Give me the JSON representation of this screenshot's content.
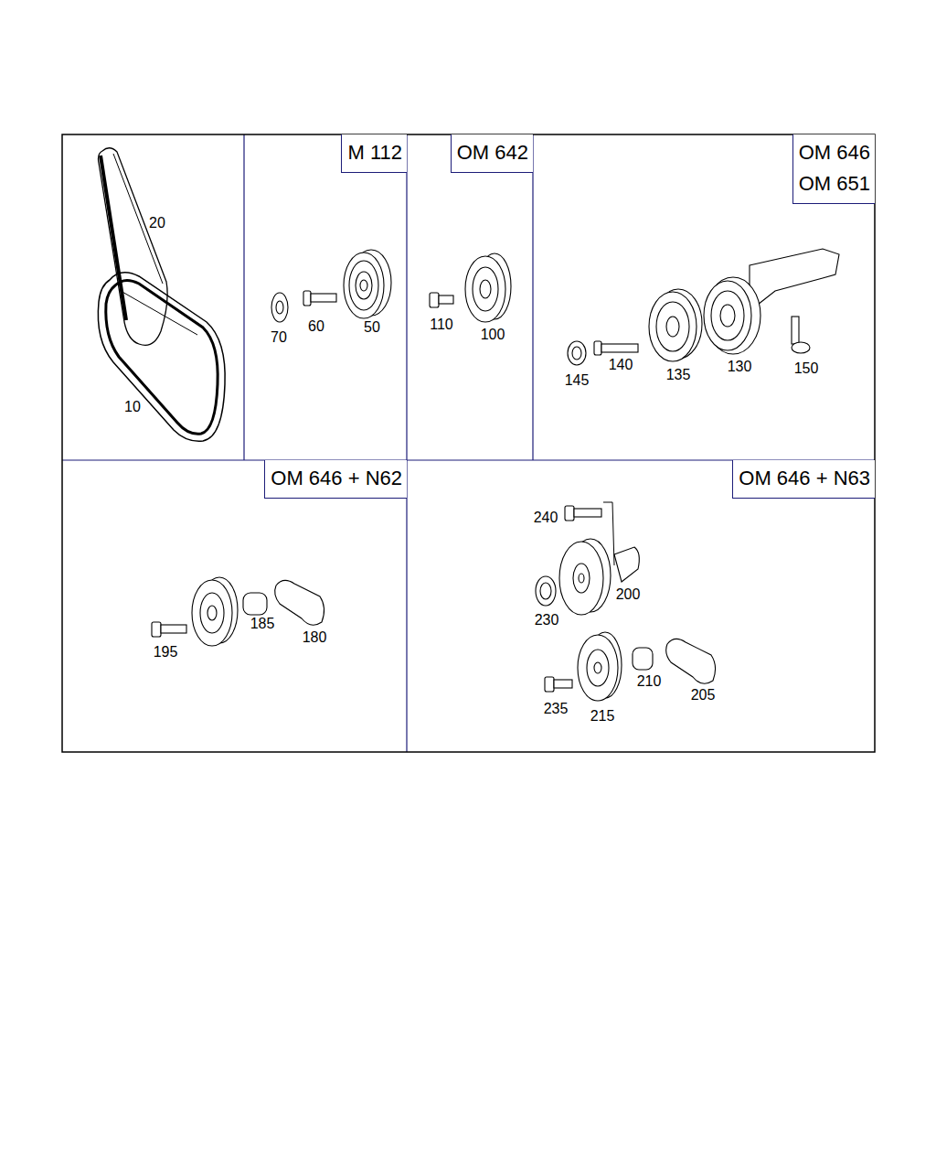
{
  "diagram": {
    "nodes": [
      {
        "text": [
          "M 112"
        ]
      },
      {
        "text": [
          "OM 642"
        ]
      },
      {
        "text": [
          "OM 646",
          "OM 651"
        ]
      },
      {
        "text": [
          "OM 646 + N62"
        ]
      },
      {
        "text": [
          "OM 646 + N63"
        ]
      }
    ],
    "labels": [
      "20",
      "10",
      "70",
      "60",
      "50",
      "110",
      "100",
      "145",
      "140",
      "135",
      "130",
      "150",
      "195",
      "185",
      "180",
      "240",
      "230",
      "200",
      "235",
      "215",
      "210",
      "205"
    ]
  }
}
